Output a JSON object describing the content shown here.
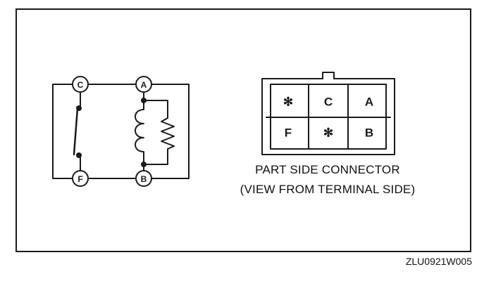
{
  "schematic": {
    "terminals": {
      "c": "C",
      "a": "A",
      "f": "F",
      "b": "B"
    }
  },
  "connector": {
    "pins": {
      "r1c1": "✻",
      "r1c2": "C",
      "r1c3": "A",
      "r2c1": "F",
      "r2c2": "✻",
      "r2c3": "B"
    }
  },
  "caption": {
    "line1": "PART SIDE CONNECTOR",
    "line2": "(VIEW FROM TERMINAL SIDE)"
  },
  "figure_code": "ZLU0921W005",
  "colors": {
    "ink": "#1a1a1a",
    "paper": "#ffffff"
  }
}
